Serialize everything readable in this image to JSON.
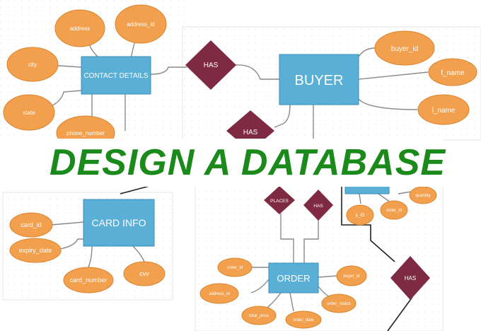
{
  "banner": {
    "text": "DESIGN A DATABASE"
  },
  "colors": {
    "entity": "#5aafd6",
    "entity_border": "#3a8fb8",
    "attribute": "#f2a04e",
    "attribute_border": "#d9852f",
    "relationship": "#7f2a43",
    "line": "#8a8a8a",
    "title": "#1a8a1a"
  },
  "entities": {
    "contact_details": "CONTACT DETAILS",
    "buyer": "BUYER",
    "card_info": "CARD INFO",
    "order": "ORDER"
  },
  "relationships": {
    "has_contact": "HAS",
    "has_buyer": "HAS",
    "places": "PLACES",
    "has_order": "HAS",
    "has_right": "HAS"
  },
  "attributes": {
    "address": "address",
    "address_id": "address_id",
    "city": "city",
    "state": "state",
    "phone_number": "phone_number",
    "buyer_id": "buyer_id",
    "f_name": "f_name",
    "l_name": "l_name",
    "card_id": "card_id",
    "expiry_date": "expiry_date",
    "card_number": "card_number",
    "cvv": "cvv",
    "quantity": "quantity",
    "p_id": "p_ID",
    "order_id_top": "order_id",
    "order_id": "order_id",
    "address_id_order": "address_id",
    "total_price": "total_price",
    "order_date": "order_date",
    "order_status": "order_status",
    "buyer_id_order": "buyer_id"
  }
}
